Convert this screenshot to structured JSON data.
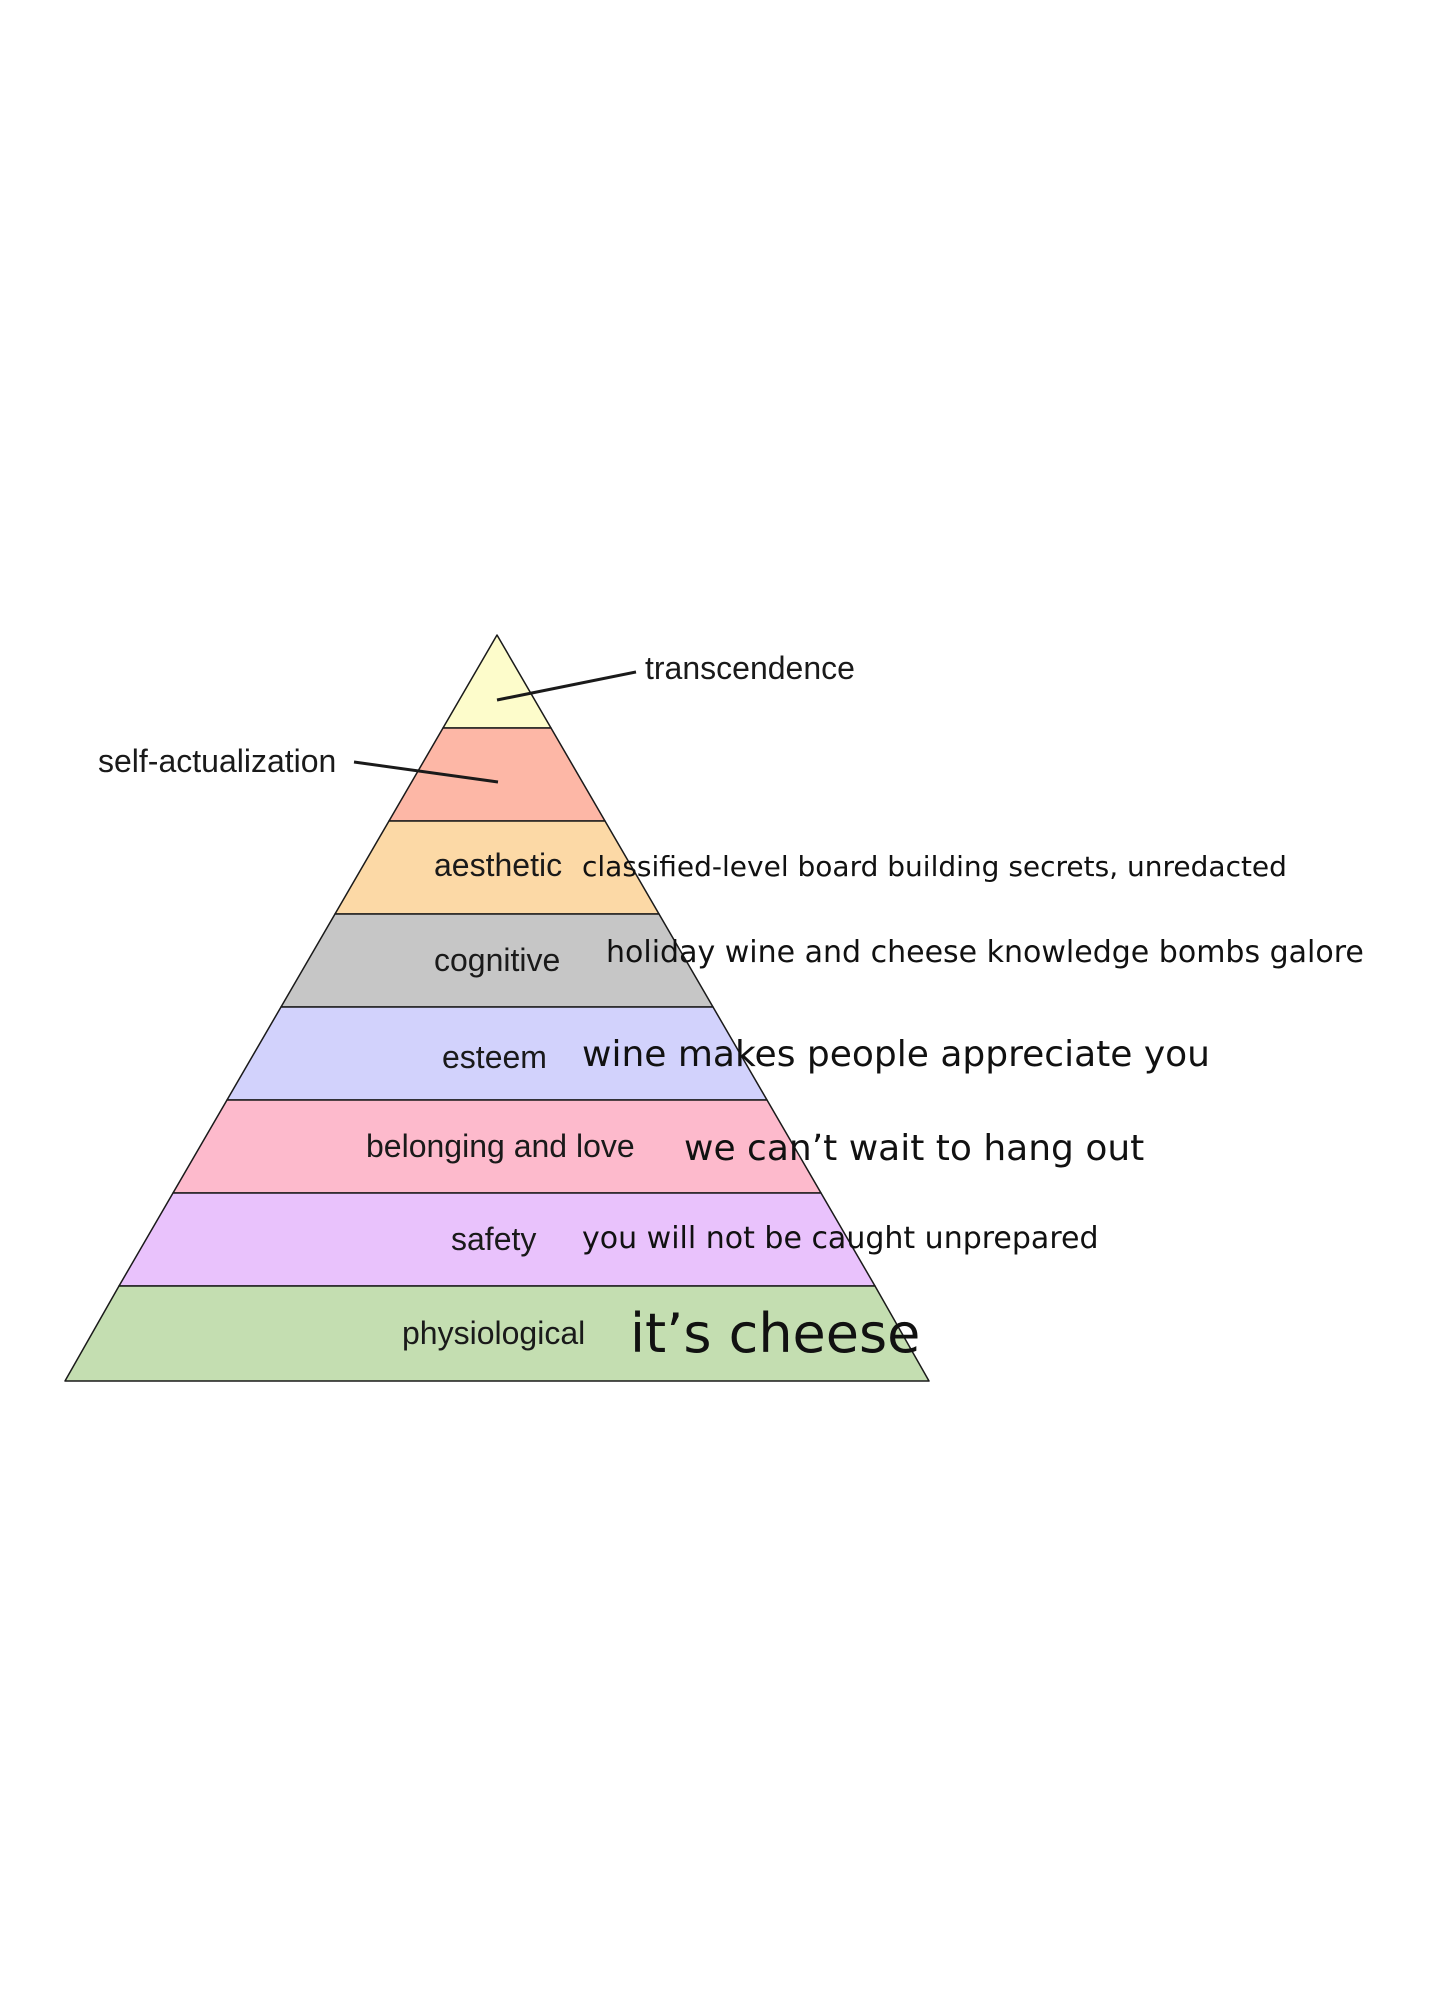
{
  "colors": {
    "transcendence": "#fdfccb",
    "self_actualization": "#fdb7a6",
    "aesthetic": "#fcd9a6",
    "cognitive": "#c6c6c6",
    "esteem": "#d2d2fc",
    "belonging": "#fdbacc",
    "safety": "#e9c2fc",
    "physiological": "#c4deb1",
    "outline": "#1a1a1a",
    "text": "#111111"
  },
  "callouts": {
    "transcendence": "transcendence",
    "self_actualization": "self-actualization"
  },
  "tiers": [
    {
      "key": "aesthetic",
      "label": "aesthetic",
      "annotation": "classified-level board building secrets, unredacted"
    },
    {
      "key": "cognitive",
      "label": "cognitive",
      "annotation": "holiday wine and cheese knowledge bombs galore"
    },
    {
      "key": "esteem",
      "label": "esteem",
      "annotation": "wine makes people appreciate you"
    },
    {
      "key": "belonging",
      "label": "belonging and love",
      "annotation": "we can’t wait to hang out"
    },
    {
      "key": "safety",
      "label": "safety",
      "annotation": "you will not be caught unprepared"
    },
    {
      "key": "physiological",
      "label": "physiological",
      "annotation": "it’s cheese"
    }
  ]
}
